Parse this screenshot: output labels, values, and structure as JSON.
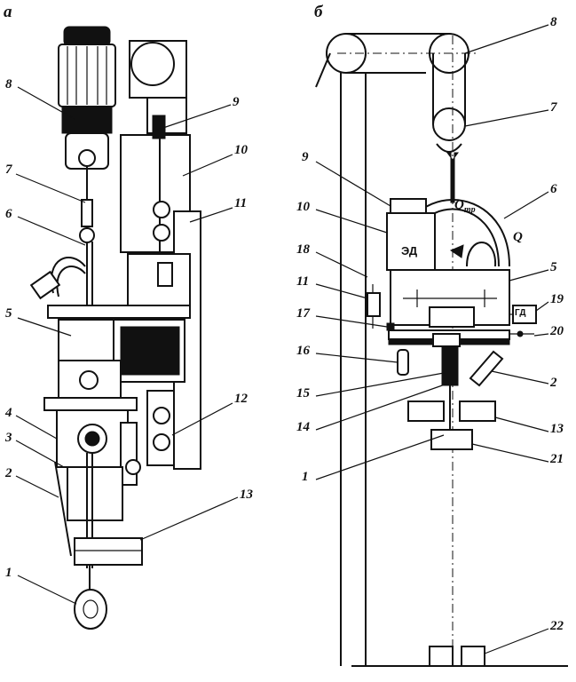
{
  "panels": {
    "a": "а",
    "b": "б"
  },
  "labels_a": [
    "8",
    "9",
    "10",
    "7",
    "11",
    "6",
    "5",
    "12",
    "4",
    "3",
    "2",
    "13",
    "1"
  ],
  "labels_b": [
    "8",
    "7",
    "9",
    "6",
    "10",
    "18",
    "5",
    "11",
    "19",
    "17",
    "20",
    "16",
    "2",
    "15",
    "14",
    "13",
    "1",
    "21",
    "22"
  ],
  "inner_text": {
    "motor": "ЭД",
    "load_force": "Q",
    "friction_force": "Q",
    "friction_sub": "тр",
    "sensor_19": "ГД"
  }
}
